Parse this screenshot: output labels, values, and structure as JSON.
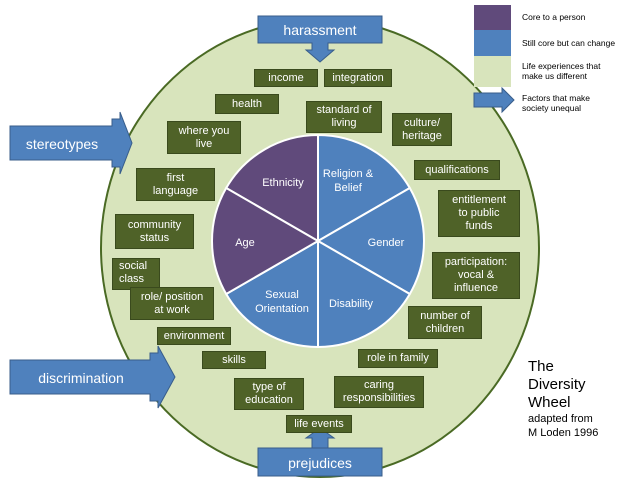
{
  "arrows": {
    "top": "harassment",
    "left_top": "stereotypes",
    "left_bottom": "discrimination",
    "bottom": "prejudices"
  },
  "legend": {
    "core": "Core to a person",
    "still_core": "Still core but can change",
    "life_exp_1": "Life experiences that",
    "life_exp_2": "make us different",
    "factors_1": "Factors that make",
    "factors_2": "society unequal"
  },
  "wheel": {
    "ethnicity": "Ethnicity",
    "religion_1": "Religion &",
    "religion_2": "Belief",
    "gender": "Gender",
    "disability": "Disability",
    "sexual_1": "Sexual",
    "sexual_2": "Orientation",
    "age": "Age"
  },
  "factors": {
    "income": "income",
    "integration": "integration",
    "health": "health",
    "standard_1": "standard of",
    "standard_2": "living",
    "culture_1": "culture/",
    "culture_2": "heritage",
    "where_1": "where you",
    "where_2": "live",
    "qualifications": "qualifications",
    "first_1": "first",
    "first_2": "language",
    "entitlement_1": "entitlement",
    "entitlement_2": "to public",
    "entitlement_3": "funds",
    "community_1": "community",
    "community_2": "status",
    "participation_1": "participation:",
    "participation_2": "vocal &",
    "participation_3": "influence",
    "social_1": "social",
    "social_2": "class",
    "role_1": "role/ position",
    "role_2": "at work",
    "children_1": "number of",
    "children_2": "children",
    "environment": "environment",
    "skills": "skills",
    "role_family": "role in family",
    "education_1": "type of",
    "education_2": "education",
    "caring_1": "caring",
    "caring_2": "responsibilities",
    "life_events": "life events"
  },
  "title": {
    "line1": "The",
    "line2": "Diversity",
    "line3": "Wheel",
    "line4": "adapted from",
    "line5": "M Loden 1996"
  },
  "colors": {
    "core": "#604a7b",
    "still_core": "#4f81bd",
    "life_experiences": "#d8e4bc",
    "factors": "#4f81bd",
    "boxes": "#4f6228"
  }
}
